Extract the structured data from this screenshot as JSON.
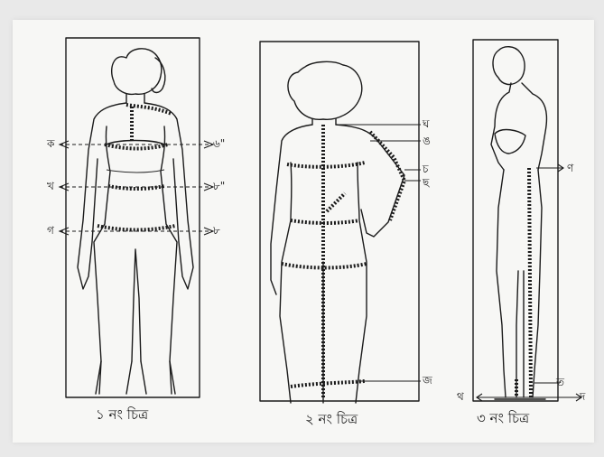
{
  "figures": [
    {
      "caption": "১ নং চিত্র",
      "markers": {
        "chest_left": "ক",
        "chest_right": "৬\"",
        "waist_left": "খ",
        "waist_right": "৮\"",
        "hip_left": "গ",
        "hip_right": "৮"
      }
    },
    {
      "caption": "২ নং চিত্র",
      "markers": {
        "top": "ঘ",
        "neck": "ঙ",
        "sleeve_top": "চ",
        "sleeve_bottom": "ছ",
        "bottom": "জ"
      }
    },
    {
      "caption": "৩ নং চিত্র",
      "markers": {
        "waist": "ণ",
        "ankle": "ত",
        "foot_left": "থ",
        "foot_right": "দ"
      }
    }
  ]
}
